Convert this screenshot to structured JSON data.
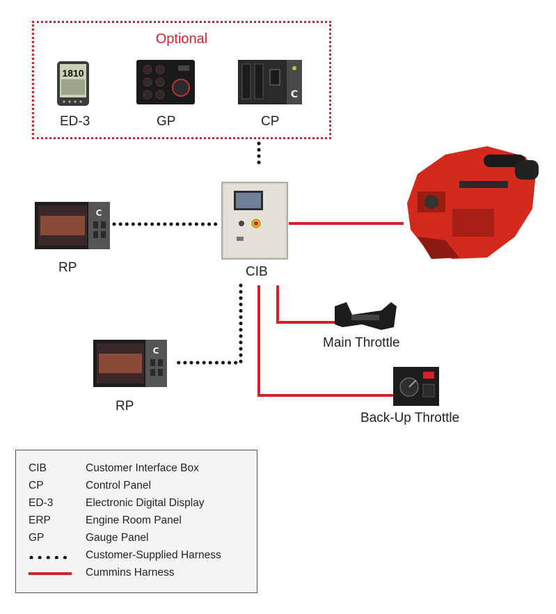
{
  "optional": {
    "title": "Optional"
  },
  "devices": {
    "ed3": {
      "label": "ED-3",
      "screen_reading": "1810"
    },
    "gp": {
      "label": "GP"
    },
    "cp": {
      "label": "CP"
    },
    "cib": {
      "label": "CIB"
    },
    "rp_top": {
      "label": "RP"
    },
    "rp_bottom": {
      "label": "RP"
    },
    "main_throttle": {
      "label": "Main Throttle"
    },
    "backup_throttle": {
      "label": "Back-Up Throttle"
    }
  },
  "legend": [
    {
      "abbr": "CIB",
      "desc": "Customer Interface Box"
    },
    {
      "abbr": "CP",
      "desc": "Control Panel"
    },
    {
      "abbr": "ED-3",
      "desc": "Electronic Digital Display"
    },
    {
      "abbr": "ERP",
      "desc": "Engine Room Panel"
    },
    {
      "abbr": "GP",
      "desc": "Gauge Panel"
    },
    {
      "abbr": "",
      "symbol": "dots",
      "desc": "Customer-Supplied Harness"
    },
    {
      "abbr": "",
      "symbol": "line",
      "desc": "Cummins Harness"
    }
  ],
  "colors": {
    "cummins_red": "#d2232a",
    "dotted": "#111111"
  }
}
